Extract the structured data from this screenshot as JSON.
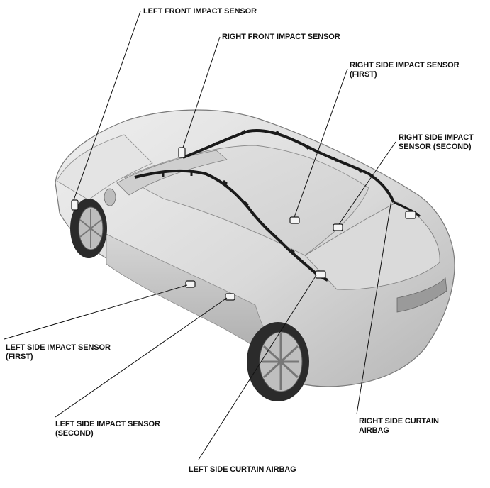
{
  "colors": {
    "ink": "#111111",
    "body_light": "#e6e6e6",
    "body_mid": "#c8c8c8",
    "body_dark": "#8a8a8a",
    "glass": "#d4d4d4",
    "harness": "#1a1a1a",
    "tire": "#2b2b2b"
  },
  "callouts": {
    "left_front_impact_sensor": "LEFT FRONT IMPACT SENSOR",
    "right_front_impact_sensor": "RIGHT FRONT IMPACT SENSOR",
    "right_side_impact_sensor_first": {
      "line1": "RIGHT SIDE IMPACT SENSOR",
      "line2": "(FIRST)"
    },
    "right_side_impact_sensor_second": {
      "line1": "RIGHT SIDE IMPACT",
      "line2": "SENSOR (SECOND)"
    },
    "left_side_impact_sensor_first": {
      "line1": "LEFT SIDE IMPACT SENSOR",
      "line2": "(FIRST)"
    },
    "left_side_impact_sensor_second": {
      "line1": "LEFT SIDE IMPACT SENSOR",
      "line2": "(SECOND)"
    },
    "right_side_curtain_airbag": {
      "line1": "RIGHT SIDE CURTAIN",
      "line2": "AIRBAG"
    },
    "left_side_curtain_airbag": "LEFT SIDE CURTAIN AIRBAG"
  }
}
